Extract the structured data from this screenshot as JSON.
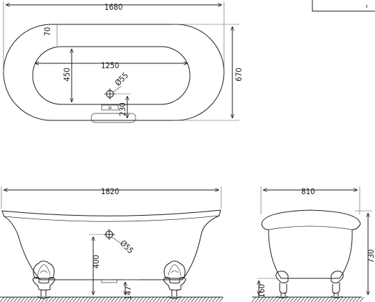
{
  "plan_view": {
    "overall_length": "1680",
    "rim_width": "70",
    "inner_length": "1250",
    "inner_width": "450",
    "overall_width": "670",
    "waste_diameter": "Ø55",
    "waste_offset": "230"
  },
  "front_elevation": {
    "overall_length": "1820",
    "waste_diameter": "Ø55",
    "waste_height": "400",
    "foot_height": "147"
  },
  "side_elevation": {
    "overall_width": "810",
    "overall_height": "730",
    "foot_height": "160"
  },
  "title_block": {
    "label": ""
  }
}
